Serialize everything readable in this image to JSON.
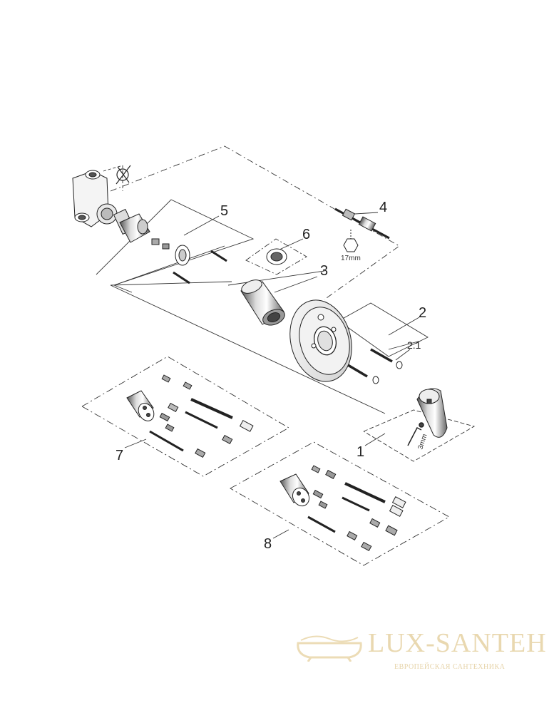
{
  "callouts": {
    "c1": "1",
    "c2": "2",
    "c21": "2.1",
    "c3": "3",
    "c4": "4",
    "c5": "5",
    "c6": "6",
    "c7": "7",
    "c8": "8"
  },
  "tool_labels": {
    "wrench": "17mm",
    "hex_key": "3mm"
  },
  "watermark": {
    "brand": "LUX-SANTEH",
    "tagline": "ЕВРОПЕЙСКАЯ САНТЕХНИКА"
  },
  "colors": {
    "line": "#333333",
    "watermark": "#e9d8b0"
  }
}
